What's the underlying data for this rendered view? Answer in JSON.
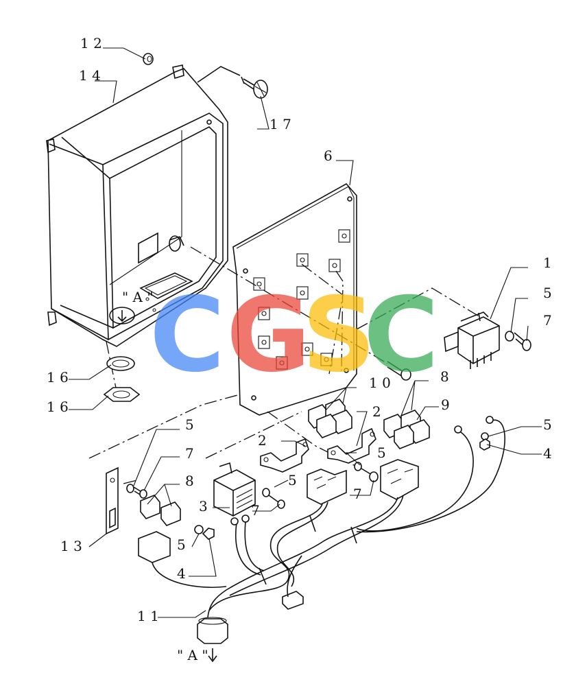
{
  "callouts": {
    "c1": "1",
    "c2a": "2",
    "c2b": "2",
    "c3": "3",
    "c4a": "4",
    "c4b": "4",
    "c5a": "5",
    "c5b": "5",
    "c5c": "5",
    "c5d": "5",
    "c5e": "5",
    "c5f": "5",
    "c6": "6",
    "c7a": "7",
    "c7b": "7",
    "c7c": "7",
    "c7d": "7",
    "c8a": "8",
    "c8b": "8",
    "c9": "9",
    "c10": "1 0",
    "c11": "1 1",
    "c12": "1 2",
    "c13": "1 3",
    "c14": "1 4",
    "c16a": "1 6",
    "c16b": "1 6",
    "c17": "1 7"
  },
  "view_labels": {
    "box_hole": "\" A \"",
    "harness_end": "\" A \""
  },
  "watermark": {
    "letters": [
      "C",
      "G",
      "S",
      "C"
    ],
    "colors": [
      "#4285f4",
      "#ea4335",
      "#fbbc05",
      "#34a853"
    ]
  }
}
